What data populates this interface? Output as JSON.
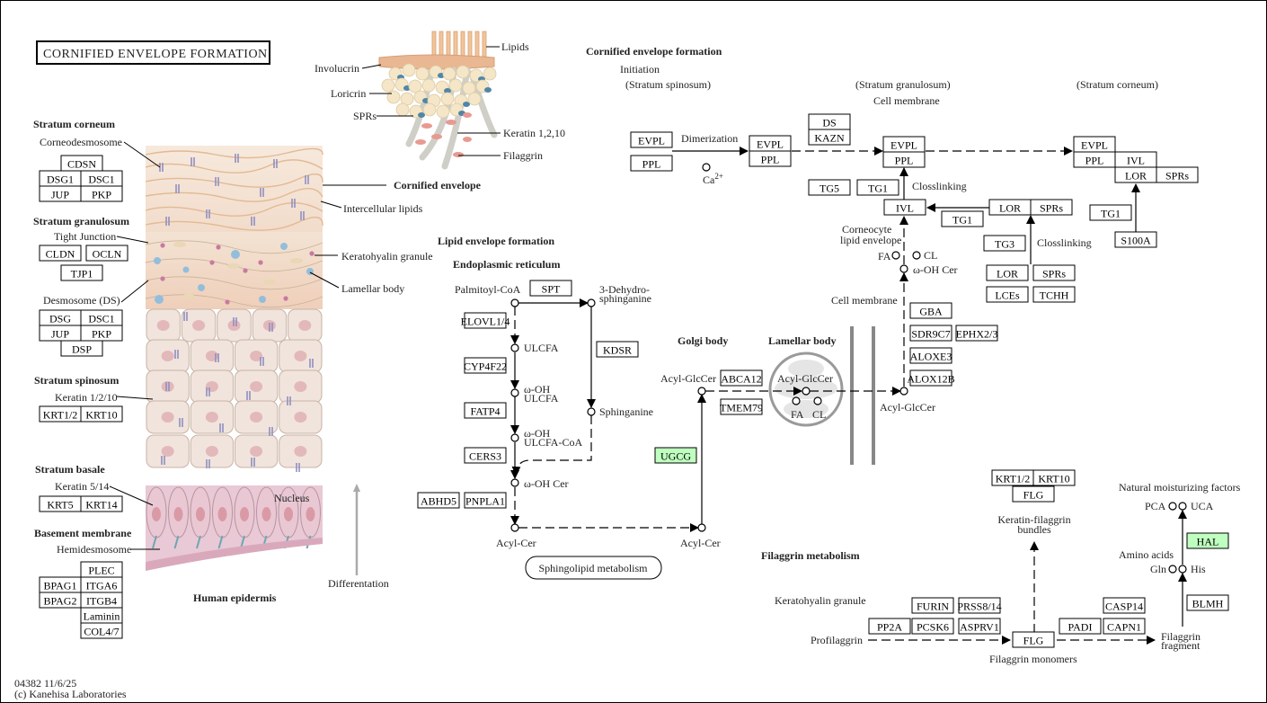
{
  "map": {
    "title": "CORNIFIED  ENVELOPE  FORMATION",
    "footer_id": "04382 11/6/25",
    "footer_copyright": "(c) Kanehisa Laboratories",
    "highlight_color": "#bfffbf"
  },
  "epidermis": {
    "caption": "Human epidermis",
    "differentiation": "Differentation",
    "nucleus": "Nucleus",
    "layers": {
      "corneum": "Stratum corneum",
      "granulosum": "Stratum granulosum",
      "spinosum": "Stratum spinosum",
      "basale": "Stratum basale",
      "basement": "Basement membrane"
    },
    "labels": {
      "corneodesmosome": "Corneodesmosome",
      "tight_junction": "Tight Junction",
      "desmosome": "Desmosome (DS)",
      "keratin_1_2_10": "Keratin 1/2/10",
      "keratin_5_14": "Keratin 5/14",
      "hemidesmosome": "Hemidesmosome",
      "cornified_envelope": "Cornified envelope",
      "intercellular_lipids": "Intercellular lipids",
      "keratohyalin_granule": "Keratohyalin granule",
      "lamellar_body": "Lamellar body"
    },
    "genes": {
      "cdsn": "CDSN",
      "dsg1": "DSG1",
      "dsc1": "DSC1",
      "jup1": "JUP",
      "pkp1": "PKP",
      "cldn": "CLDN",
      "ocln": "OCLN",
      "tjp1": "TJP1",
      "dsg": "DSG",
      "dsc1b": "DSC1",
      "jup2": "JUP",
      "pkp2": "PKP",
      "dsp": "DSP",
      "krt12": "KRT1/2",
      "krt10": "KRT10",
      "krt5": "KRT5",
      "krt14": "KRT14",
      "plec": "PLEC",
      "bpag1": "BPAG1",
      "itga6": "ITGA6",
      "bpag2": "BPAG2",
      "itgb4": "ITGB4",
      "laminin": "Laminin",
      "col47": "COL4/7"
    }
  },
  "envelope_illustration": {
    "lipids": "Lipids",
    "involucrin": "Involucrin",
    "loricrin": "Loricrin",
    "sprs": "SPRs",
    "keratin": "Keratin 1,2,10",
    "filaggrin": "Filaggrin"
  },
  "ce_formation": {
    "title": "Cornified envelope  formation",
    "initiation": "Initiation",
    "spinosum": "(Stratum spinosum)",
    "granulosum": "(Stratum granulosum)",
    "cell_membrane": "Cell membrane",
    "corneum": "(Stratum corneum)",
    "dimerization": "Dimerization",
    "ca": "Ca",
    "ca_sup": "2+",
    "closslinking1": "Closslinking",
    "closslinking2": "Closslinking",
    "genes": {
      "evpl1": "EVPL",
      "ppl1": "PPL",
      "evpl2": "EVPL",
      "ppl2": "PPL",
      "ds": "DS",
      "kazn": "KAZN",
      "evpl3": "EVPL",
      "ppl3": "PPL",
      "tg5": "TG5",
      "tg1a": "TG1",
      "ivl": "IVL",
      "tg1b": "TG1",
      "lor1": "LOR",
      "sprs1": "SPRs",
      "tg3": "TG3",
      "lor2": "LOR",
      "sprs2": "SPRs",
      "lces": "LCEs",
      "tchh": "TCHH",
      "evpl4": "EVPL",
      "ppl4": "PPL",
      "ivl2": "IVL",
      "lor3": "LOR",
      "sprs3": "SPRs",
      "tg1c": "TG1",
      "s100a": "S100A"
    }
  },
  "lipid_envelope": {
    "title": "Lipid envelope formation",
    "er": "Endoplasmic reticulum",
    "golgi": "Golgi body",
    "lamellar": "Lamellar body",
    "cell_membrane": "Cell membrane",
    "corneocyte_lipid": "Corneocyte\nlipid envelope",
    "compounds": {
      "palmitoyl_coa": "Palmitoyl-CoA",
      "dehydro": "3-Dehydro-",
      "dehydro2": "sphinganine",
      "ulcfa": "ULCFA",
      "oh_ulcfa1": "ω-OH",
      "oh_ulcfa2": "ULCFA",
      "oh_ulcfa_coa1": "ω-OH",
      "oh_ulcfa_coa2": "ULCFA-CoA",
      "sphinganine": "Sphinganine",
      "oh_cer": "ω-OH Cer",
      "acyl_cer1": "Acyl-Cer",
      "acyl_cer2": "Acyl-Cer",
      "acyl_glccer1": "Acyl-GlcCer",
      "acyl_glccer2": "Acyl-GlcCer",
      "acyl_glccer3": "Acyl-GlcCer",
      "fa1": "FA",
      "cl1": "CL",
      "fa2": "FA",
      "cl2": "CL",
      "oh_cer2": "ω-OH Cer"
    },
    "genes": {
      "spt": "SPT",
      "elovl14": "ELOVL1/4",
      "kdsr": "KDSR",
      "cyp4f22": "CYP4F22",
      "fatp4": "FATP4",
      "cers3": "CERS3",
      "abhd5": "ABHD5",
      "pnpla1": "PNPLA1",
      "ugcg": "UGCG",
      "abca12": "ABCA12",
      "tmem79": "TMEM79",
      "gba": "GBA",
      "sdr9c7": "SDR9C7",
      "ephx23": "EPHX2/3",
      "aloxe3": "ALOXE3",
      "alox12b": "ALOX12B"
    },
    "map_link": "Sphingolipid metabolism"
  },
  "filaggrin": {
    "title": "Filaggrin metabolism",
    "keratohyalin": "Keratohyalin granule",
    "profilaggrin": "Profilaggrin",
    "monomers": "Filaggrin monomers",
    "bundles1": "Keratin-filaggrin",
    "bundles2": "bundles",
    "fragment1": "Filaggrin",
    "fragment2": "fragment",
    "nmf": "Natural moisturizing factors",
    "amino_acids": "Amino acids",
    "pca": "PCA",
    "uca": "UCA",
    "gln": "Gln",
    "his": "His",
    "genes": {
      "furin": "FURIN",
      "prss814": "PRSS8/14",
      "pp2a": "PP2A",
      "pcsk6": "PCSK6",
      "asprv1": "ASPRV1",
      "flg": "FLG",
      "padi": "PADI",
      "casp14": "CASP14",
      "capn1": "CAPN1",
      "krt12": "KRT1/2",
      "krt10": "KRT10",
      "flg2": "FLG",
      "hal": "HAL",
      "blmh": "BLMH"
    }
  }
}
